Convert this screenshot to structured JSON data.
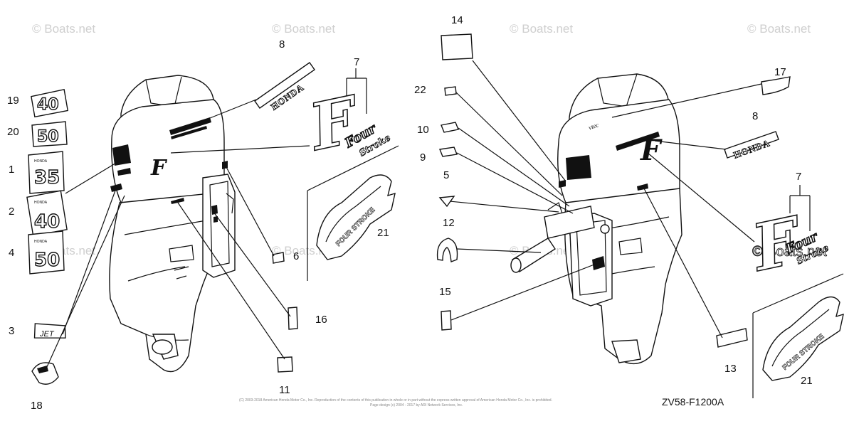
{
  "watermark": "© Boats.net",
  "emblem_text": {
    "honda": "HONDA",
    "num_40": "40",
    "num_50": "50",
    "num_35": "35",
    "num_40_alt": "40",
    "num_50_alt": "50",
    "jet": "JET",
    "four_stroke": "FOUR STROKE",
    "f_letter": "F",
    "four_script": "Four",
    "stroke_script": "Stroke"
  },
  "part_numbers": {
    "p1": "1",
    "p2": "2",
    "p3": "3",
    "p4": "4",
    "p5": "5",
    "p6": "6",
    "p7a": "7",
    "p7b": "7",
    "p8a": "8",
    "p8b": "8",
    "p9": "9",
    "p10": "10",
    "p11": "11",
    "p12": "12",
    "p13": "13",
    "p14": "14",
    "p15": "15",
    "p16": "16",
    "p17": "17",
    "p18": "18",
    "p19": "19",
    "p20": "20",
    "p21a": "21",
    "p21b": "21",
    "p22": "22"
  },
  "diagram_code": "ZV58-F1200A",
  "copyright_line1": "(C) 2003-2018 American Honda Motor Co., Inc. Reproduction of the contents of this publication in whole or in part without the express written approval of American Honda Motor Co., Inc. is prohibited.",
  "copyright_line2": "Page design (c) 2004 - 2017 by ARI Network Services, Inc."
}
